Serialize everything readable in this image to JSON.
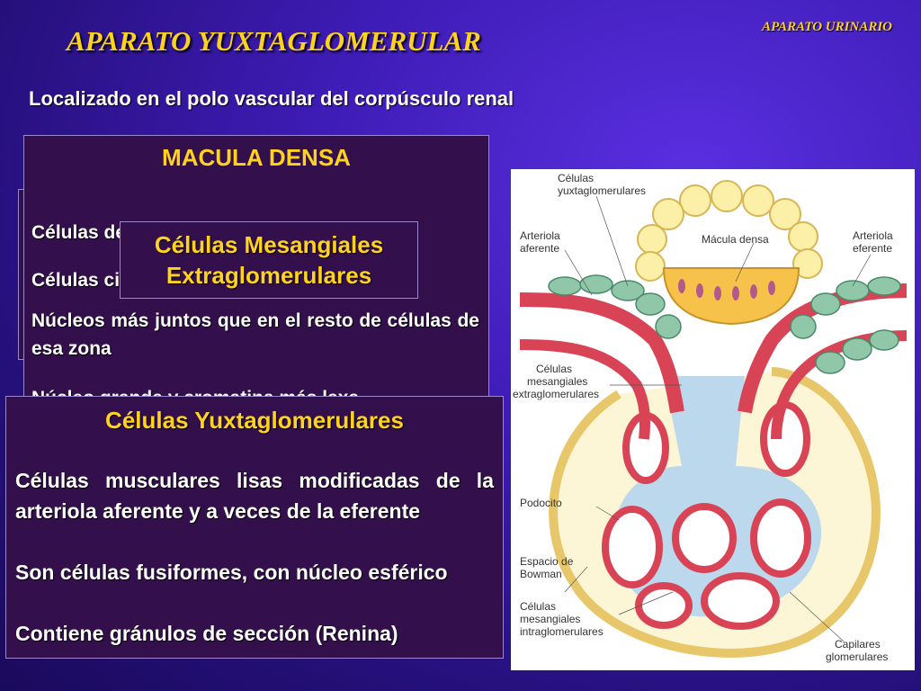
{
  "header": {
    "tag": "APARATO URINARIO"
  },
  "title": "APARATO YUXTAGLOMERULAR",
  "subtitle": "Localizado en el polo vascular del corpúsculo renal",
  "macula_densa": {
    "title": "MACULA DENSA",
    "p1": "Células de la pared del Túbulo Distal",
    "p2": "Células cilíndricas más altas y estrechas",
    "p3": "Núcleos más juntos que en el resto de células de esa zona",
    "p4": "Núcleo grande y cromatina más laxa"
  },
  "mesangiales_box": {
    "line1": "Células Mesangiales",
    "line2": "Extraglomerulares"
  },
  "yuxtaglomerulares_box": {
    "title": "Células Yuxtaglomerulares",
    "p1": "Células musculares lisas modificadas de la arteriola aferente y a veces de la eferente",
    "p2": "Son células fusiformes, con núcleo esférico",
    "p3": "Contiene gránulos de sección (Renina)"
  },
  "figure_labels": {
    "yuxta": [
      "Células",
      "yuxtaglomerulares"
    ],
    "aferente": [
      "Arteriola",
      "aferente"
    ],
    "macula": "Mácula densa",
    "eferente": [
      "Arteriola",
      "eferente"
    ],
    "extra": [
      "Células",
      "mesangiales",
      "extraglomerulares"
    ],
    "podocito": "Podocito",
    "bowman": [
      "Espacio de",
      "Bowman"
    ],
    "intra": [
      "Células",
      "mesangiales",
      "intraglomerulares"
    ],
    "capilares": [
      "Capilares",
      "glomerulares"
    ]
  }
}
